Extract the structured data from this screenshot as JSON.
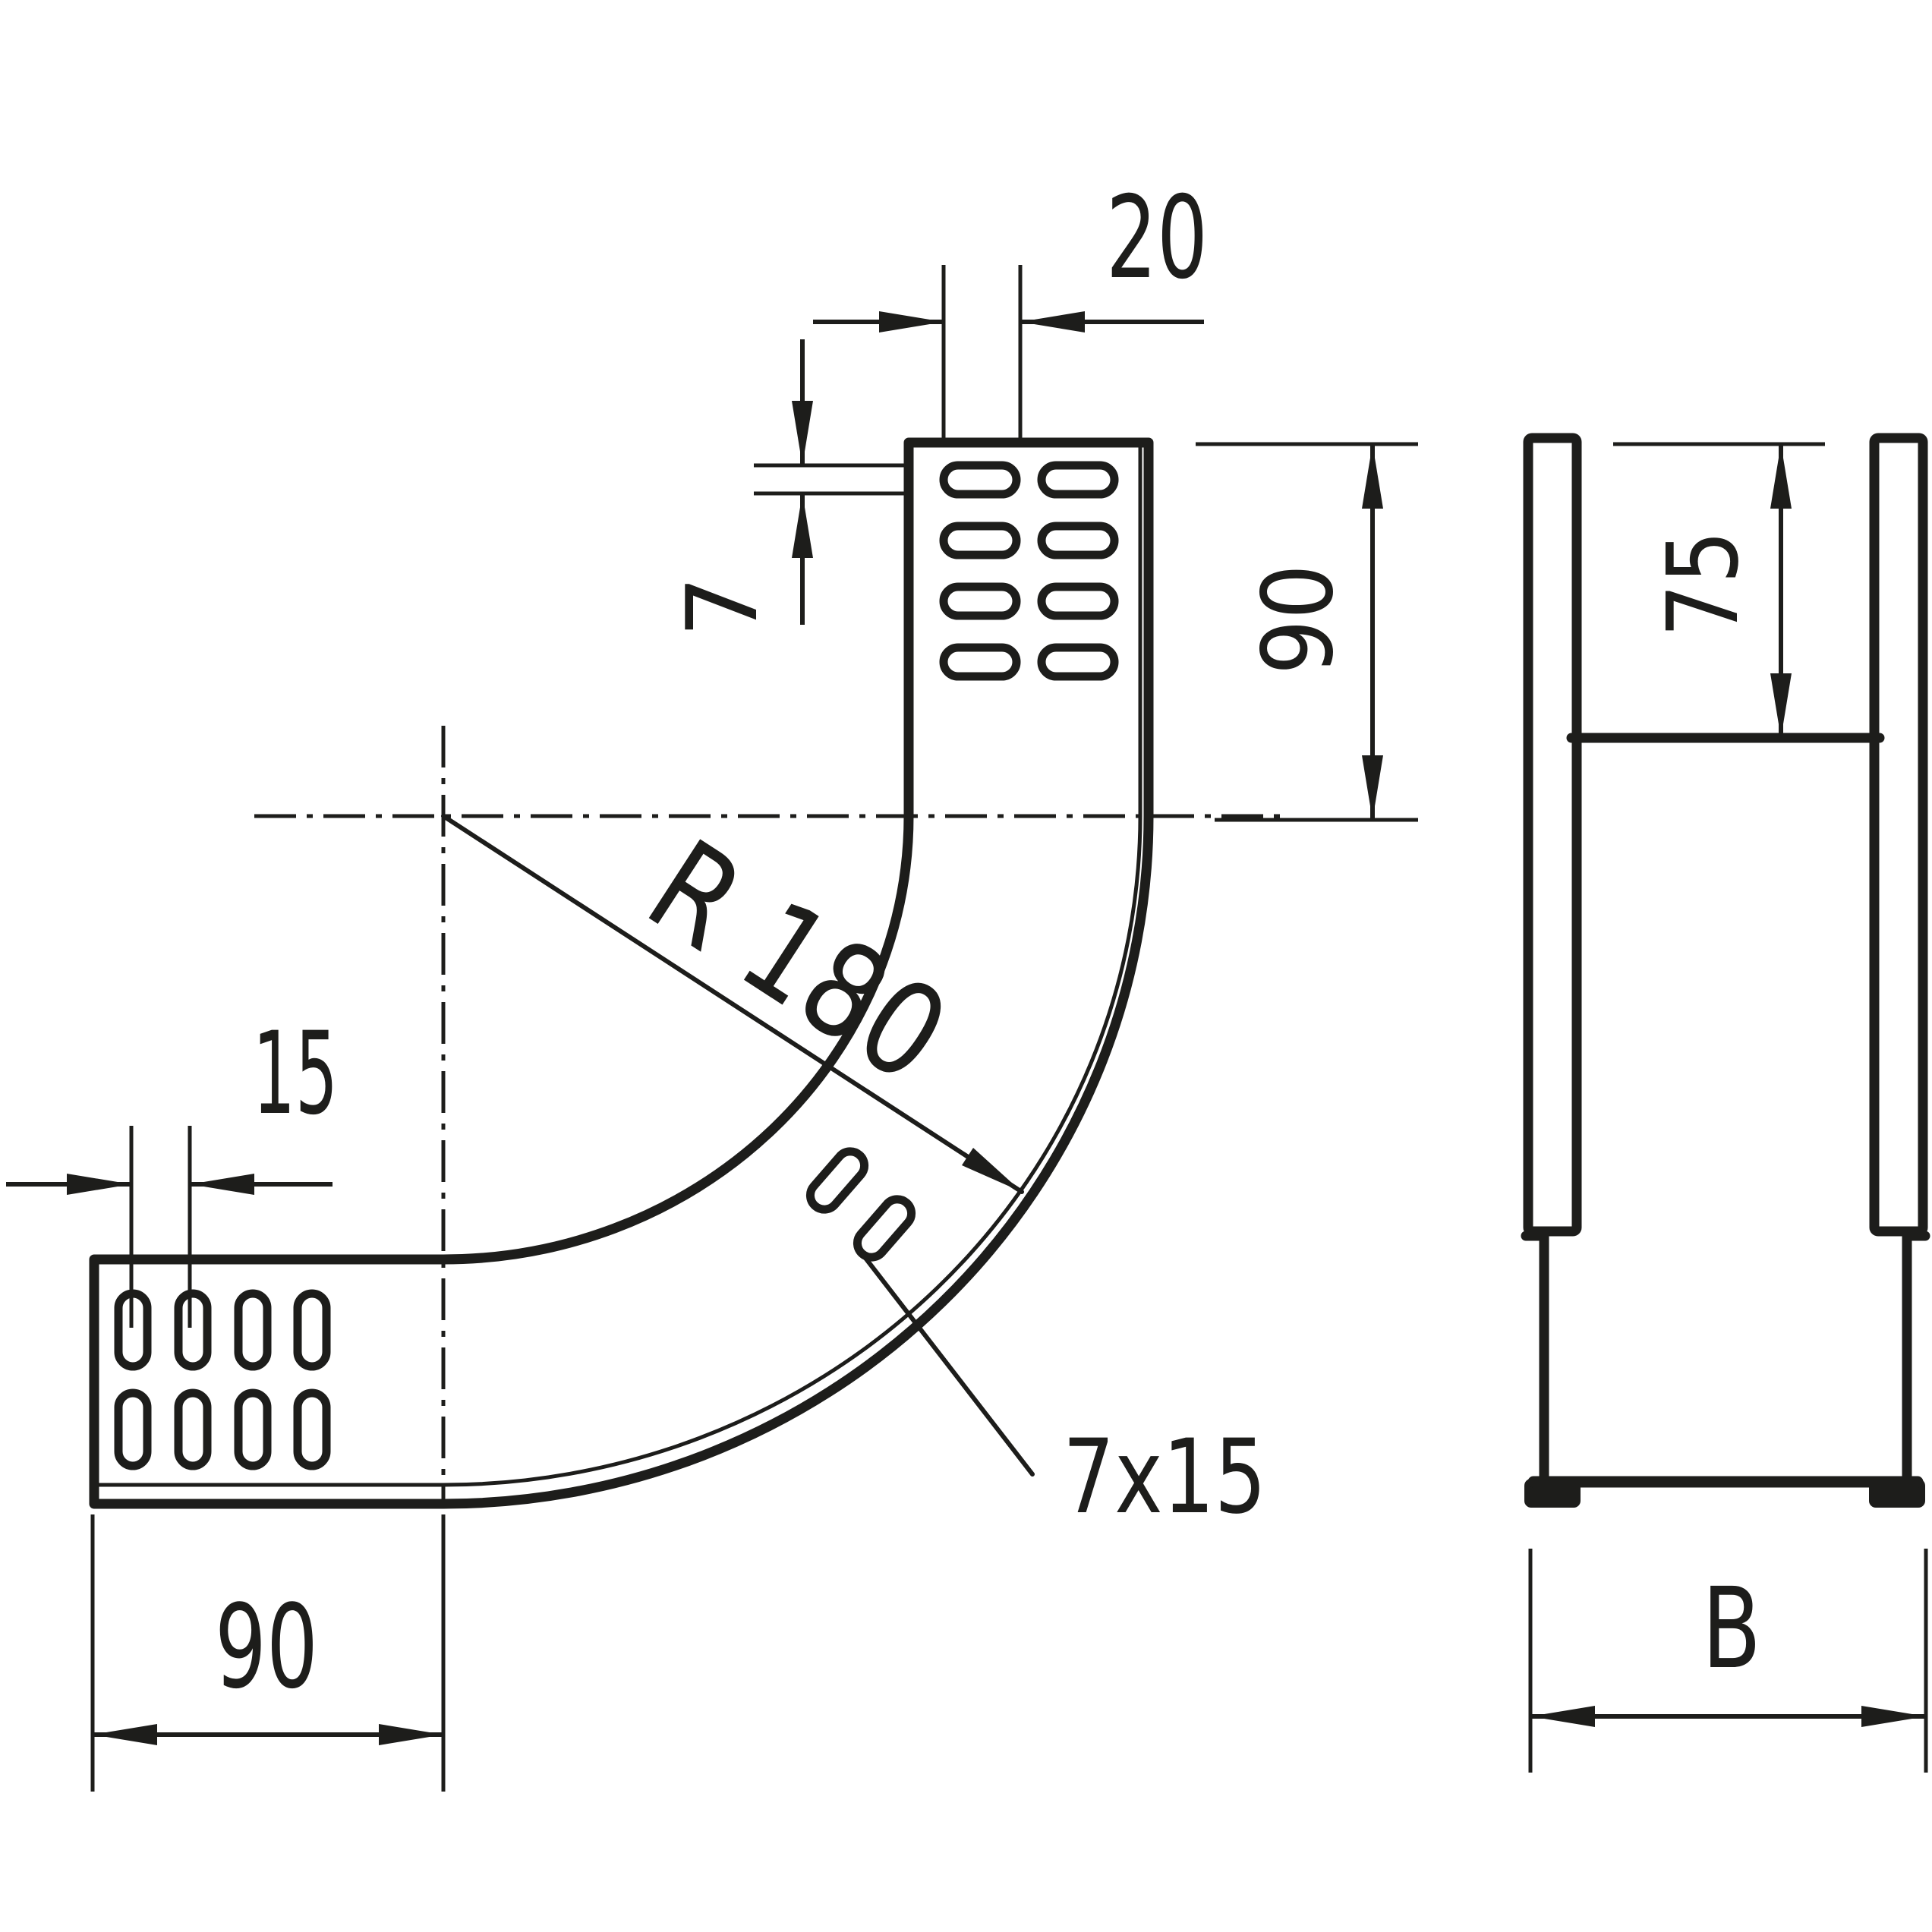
{
  "drawing": {
    "kind": "technical dimensional drawing, 90 degree vertical cable-tray bend",
    "background": "#ffffff",
    "line_color": "#1d1d1b"
  },
  "front_view": {
    "dims": {
      "top_slot_pitch": "20",
      "slot_height": "7",
      "top_leg_length": "90",
      "bottom_slot_pitch": "15",
      "bottom_leg_length": "90",
      "bend_radius": "R 180",
      "slot_size": "7x15"
    }
  },
  "side_view": {
    "dims": {
      "usable_height": "75",
      "width": "B"
    }
  }
}
